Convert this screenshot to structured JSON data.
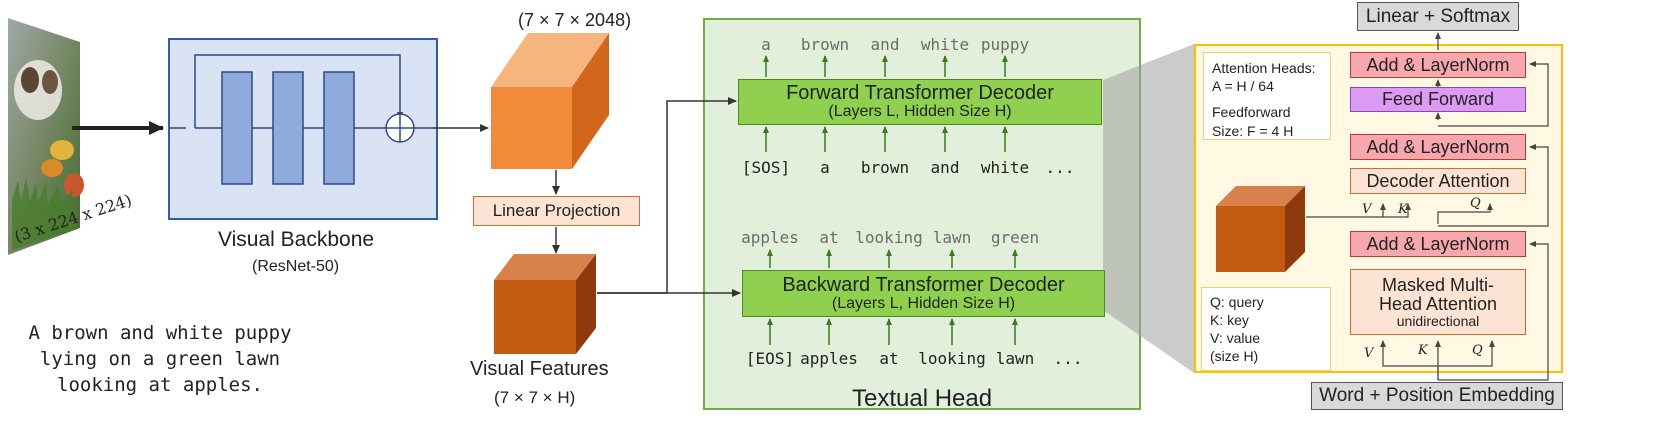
{
  "input": {
    "image_dims": "(3 x 224 x 224)",
    "caption": [
      "A brown and white puppy",
      "lying on a green lawn",
      "looking at apples."
    ]
  },
  "backbone": {
    "title": "Visual Backbone",
    "subtitle": "(ResNet-50)"
  },
  "feature_map": {
    "dims": "(7 × 7 × 2048)"
  },
  "projection": {
    "label": "Linear Projection"
  },
  "visual_features": {
    "title": "Visual Features",
    "dims": "(7 × 7 × H)"
  },
  "textual_head": {
    "title": "Textual Head",
    "forward": {
      "line1": "Forward Transformer Decoder",
      "line2": "(Layers L, Hidden Size H)",
      "outputs": [
        "a",
        "brown",
        "and",
        "white",
        "puppy"
      ],
      "inputs": [
        "[SOS]",
        "a",
        "brown",
        "and",
        "white",
        "..."
      ]
    },
    "backward": {
      "line1": "Backward Transformer Decoder",
      "line2": "(Layers L, Hidden Size H)",
      "outputs": [
        "apples",
        "at",
        "looking",
        "lawn",
        "green"
      ],
      "inputs": [
        "[EOS]",
        "apples",
        "at",
        "looking",
        "lawn",
        "..."
      ]
    }
  },
  "detail": {
    "attention_note": [
      "Attention Heads:",
      "A = H / 64",
      "Feedforward",
      "Size: F = 4 H"
    ],
    "qkv_note": [
      "Q: query",
      "K: key",
      "V: value",
      "(size H)"
    ],
    "linear_softmax": "Linear + Softmax",
    "add_norm": "Add & LayerNorm",
    "feed_forward": "Feed Forward",
    "decoder_attention": "Decoder Attention",
    "masked_line1": "Masked Multi-",
    "masked_line2": "Head Attention",
    "masked_line3": "unidirectional",
    "embedding": "Word + Position Embedding",
    "v": "V",
    "k": "K",
    "q": "Q"
  },
  "colors": {
    "backbone_fill": "#dae3f3",
    "backbone_border": "#2e5ea8",
    "resnet_block": "#8faadc",
    "textual_head_fill": "#e2efda",
    "textual_head_border": "#70ad47",
    "decoder_fill": "#8fd14f",
    "detail_fill": "#fff2cc",
    "detail_border": "#ffc000",
    "feature_orange": "#f2853a",
    "visual_brown": "#c55a11"
  }
}
